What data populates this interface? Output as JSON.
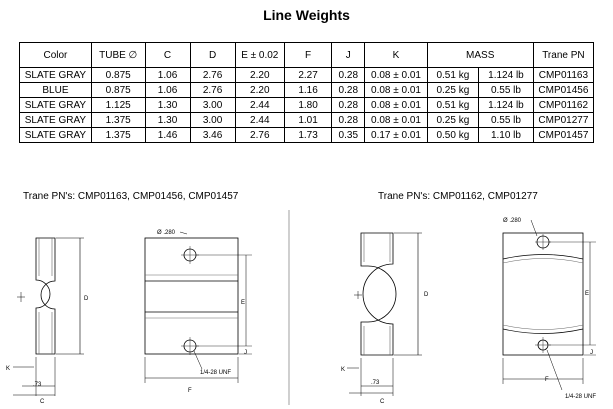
{
  "title": "Line Weights",
  "table": {
    "headers": [
      "Color",
      "TUBE ∅",
      "C",
      "D",
      "E ± 0.02",
      "F",
      "J",
      "K",
      "MASS",
      "Trane PN"
    ],
    "rows": [
      [
        "SLATE GRAY",
        "0.875",
        "1.06",
        "2.76",
        "2.20",
        "2.27",
        "0.28",
        "0.08 ± 0.01",
        "0.51 kg",
        "1.124 lb",
        "CMP01163"
      ],
      [
        "BLUE",
        "0.875",
        "1.06",
        "2.76",
        "2.20",
        "1.16",
        "0.28",
        "0.08 ± 0.01",
        "0.25 kg",
        "0.55 lb",
        "CMP01456"
      ],
      [
        "SLATE GRAY",
        "1.125",
        "1.30",
        "3.00",
        "2.44",
        "1.80",
        "0.28",
        "0.08 ± 0.01",
        "0.51 kg",
        "1.124 lb",
        "CMP01162"
      ],
      [
        "SLATE GRAY",
        "1.375",
        "1.30",
        "3.00",
        "2.44",
        "1.01",
        "0.28",
        "0.08 ± 0.01",
        "0.25 kg",
        "0.55 lb",
        "CMP01277"
      ],
      [
        "SLATE GRAY",
        "1.375",
        "1.46",
        "3.46",
        "2.76",
        "1.73",
        "0.35",
        "0.17 ± 0.01",
        "0.50 kg",
        "1.10 lb",
        "CMP01457"
      ]
    ]
  },
  "left_caption": "Trane PN's:  CMP01163, CMP01456, CMP01457",
  "right_caption": "Trane PN's:  CMP01162, CMP01277",
  "drawing_labels": {
    "C": "C",
    "D": "D",
    "E": "E",
    "F": "F",
    "J": "J",
    "K": "K",
    "dim_73": ".73",
    "hole_dia": "Ø .280",
    "thread": "1/4-28 UNF"
  }
}
